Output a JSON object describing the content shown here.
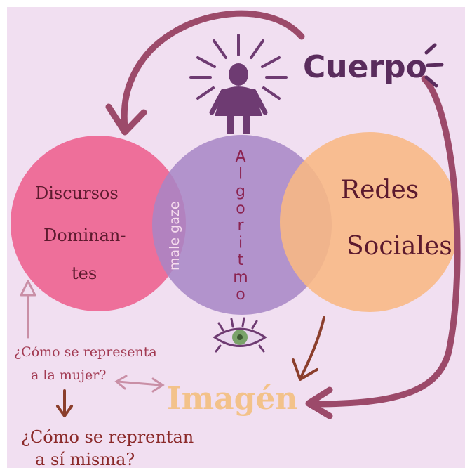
{
  "labels": {
    "cuerpo": "Cuerpo",
    "discursos": "Discursos",
    "dominan": "Dominan-",
    "tes": "tes",
    "male_gaze": "male gaze",
    "algoritmo": "Algoritmo",
    "redes": "Redes",
    "sociales": "Sociales",
    "imagen": "Imagén",
    "q1_line1": "¿Cómo se representa",
    "q1_line2": "a la mujer?",
    "q2_line1": "¿Cómo se reprentan",
    "q2_line2": "a sí misma?"
  },
  "colors": {
    "background": "#f1dff1",
    "frame": "#ffffff",
    "circle_left": "#ee6f9a",
    "circle_middle": "#a786c6",
    "circle_right": "#f8b883",
    "cuerpo_text": "#5a2c5d",
    "arrow_plum": "#9c4a6a",
    "algoritmo_text": "#8b2350",
    "male_gaze_text": "#f6ddee",
    "dark_text": "#5c1a2e",
    "imagen_text": "#f3c28a",
    "question_text": "#a23a52",
    "brown_arrow": "#8b3e2c",
    "figure": "#6e3b72"
  },
  "icons": [
    "person-figure-icon",
    "sun-rays-icon",
    "eye-icon"
  ]
}
